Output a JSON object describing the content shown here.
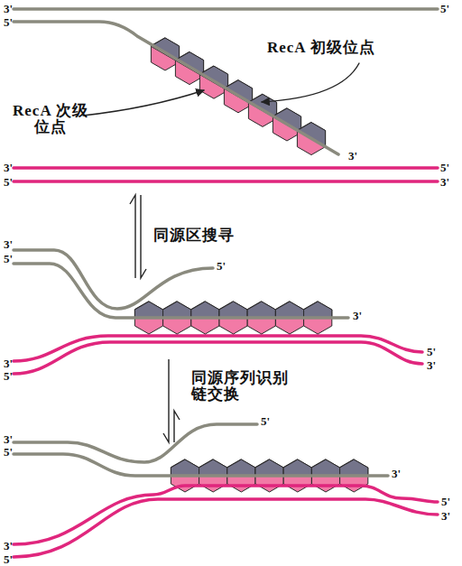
{
  "diagram": {
    "labels": [
      "3'",
      "5'",
      "5'",
      "RecA 初级位点",
      "RecA 次级位点",
      "3'",
      "3'",
      "5'",
      "5'",
      "3'",
      "同源区搜寻",
      "3'",
      "5'",
      "5'",
      "3'",
      "3'",
      "5'",
      "5'",
      "3'",
      "同源序列识别 链交换",
      "3'",
      "5'",
      "5'",
      "3'",
      "5'",
      "3'",
      "3'",
      "5'"
    ]
  }
}
